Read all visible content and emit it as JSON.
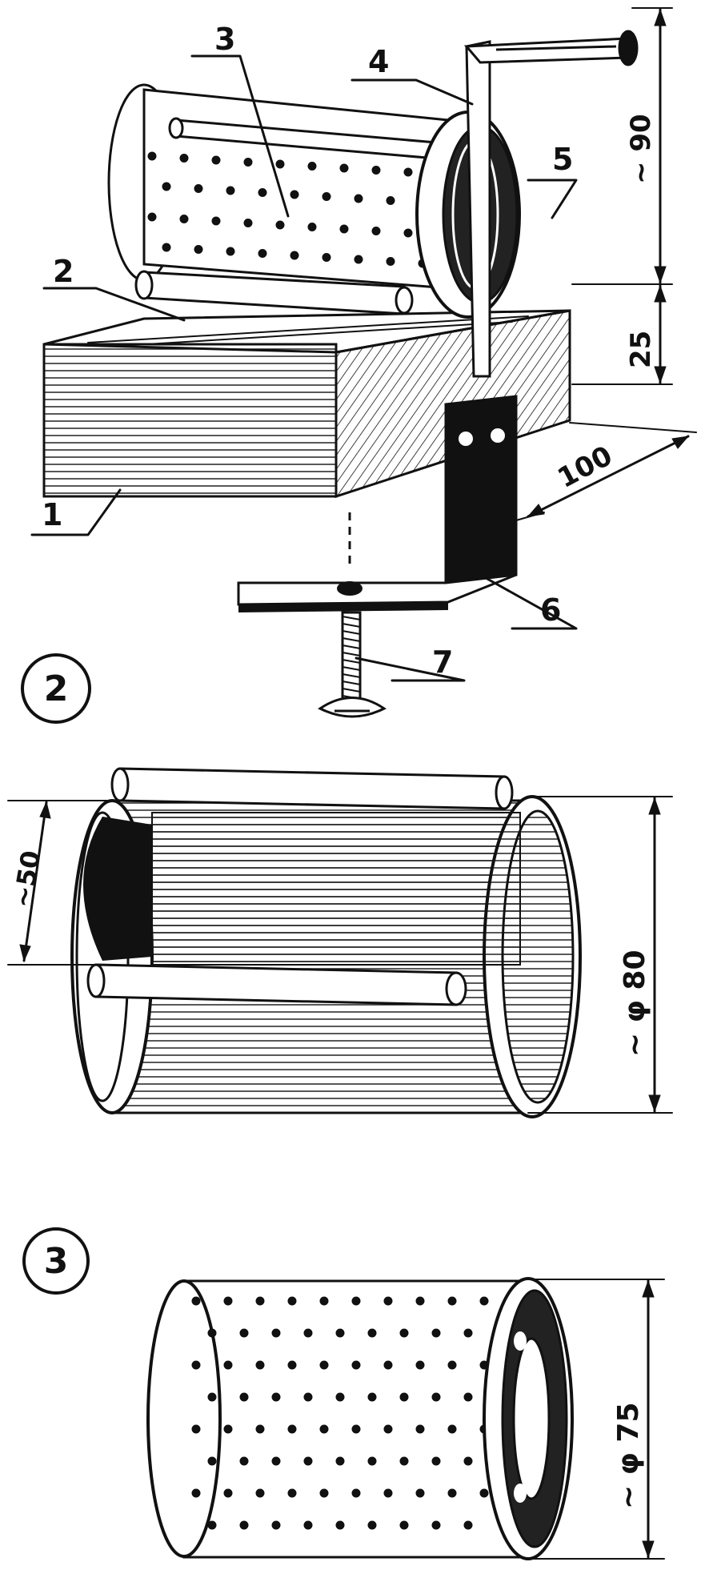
{
  "figure2": {
    "number": "2",
    "callouts": [
      "1",
      "2",
      "3",
      "4",
      "5",
      "6",
      "7"
    ],
    "dims": {
      "height_crank": "~ 90",
      "height_block": "25",
      "width_block": "100"
    }
  },
  "drum_body": {
    "dims": {
      "slot": "~50",
      "diameter": "~ φ 80"
    }
  },
  "figure3": {
    "number": "3",
    "dims": {
      "diameter": "~ φ 75"
    }
  }
}
